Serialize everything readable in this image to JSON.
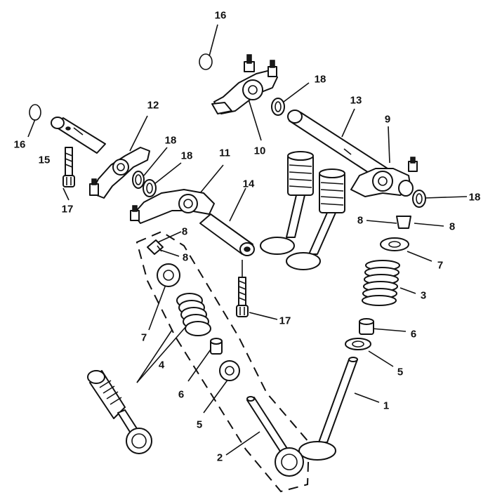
{
  "callouts": {
    "c1": "1",
    "c2": "2",
    "c3": "3",
    "c4": "4",
    "c5a": "5",
    "c5b": "5",
    "c6a": "6",
    "c6b": "6",
    "c7a": "7",
    "c7b": "7",
    "c8a": "8",
    "c8b": "8",
    "c8c": "8",
    "c8d": "8",
    "c9": "9",
    "c10": "10",
    "c11": "11",
    "c12": "12",
    "c13": "13",
    "c14": "14",
    "c15": "15",
    "c16a": "16",
    "c16b": "16",
    "c17a": "17",
    "c17b": "17",
    "c18a": "18",
    "c18b": "18",
    "c18c": "18",
    "c18d": "18"
  }
}
